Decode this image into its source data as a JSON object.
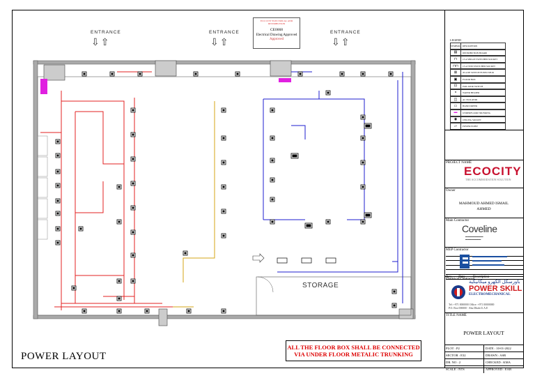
{
  "drawing": {
    "title": "POWER LAYOUT",
    "entrances": [
      "ENTRANCE",
      "ENTRANCE",
      "ENTRANCE"
    ],
    "room_label": "STORAGE",
    "note_line1": "ALL THE FLOOR BOX SHALL BE CONNECTED",
    "note_line2": "VIA UNDER FLOOR METALIC TRUNKING",
    "stamp_top": "ECO CITY ELECTRICAL AND DISTRIBUTION",
    "stamp_code": "CE0068",
    "stamp_line": "Electrical Drawing Approved",
    "stamp_status": "Approved",
    "colors": {
      "red": "#e32020",
      "blue": "#1c1ccf",
      "yellow": "#d6a514",
      "magenta": "#e020e0"
    }
  },
  "legend": {
    "heading": "LEGEND",
    "header_symbol": "SYMBOL",
    "header_desc": "DESCRIPTION",
    "items": [
      {
        "icon": "db-icon",
        "text": "DISTRIBUTION BOARD"
      },
      {
        "icon": "socket-icon",
        "text": "13 A SINGLE SWITCHED SOCKET"
      },
      {
        "icon": "twin-socket-icon",
        "text": "13 A TWIN SWITCHED SOCKET"
      },
      {
        "icon": "fused-spur-icon",
        "text": "20 A DP SWITCH FUSED SPUR"
      },
      {
        "icon": "floor-box-icon",
        "text": "FLOOR BOX"
      },
      {
        "icon": "isolator-icon",
        "text": "ISOLATOR SWITCH"
      },
      {
        "icon": "water-heater-icon",
        "text": "WATER HEATER"
      },
      {
        "icon": "ac-icon",
        "text": "AC ISOLATOR"
      },
      {
        "icon": "hand-dryer-icon",
        "text": "HAND DRYER"
      },
      {
        "icon": "trunking-icon",
        "text": "UNDERFLOOR TRUNKING"
      },
      {
        "icon": "ceiling-icon",
        "text": "CEILING SOCKET"
      },
      {
        "icon": "pendant-icon",
        "text": "POWER POINT"
      }
    ]
  },
  "revision": {
    "rev": "Rev.",
    "date": "Date",
    "description": "Description"
  },
  "project": {
    "label": "PROJECT NAME",
    "logo": "ECOCITY",
    "sub": "THE ACCOMMODATION SOLUTION"
  },
  "owner": {
    "label": "Owner",
    "name_line1": "MAHMOUD AHMED ISMAIL",
    "name_line2": "AHMED"
  },
  "main_contractor": {
    "label": "Main Contractor",
    "logo": "Coveline"
  },
  "mep_contractor": {
    "label": "MEP Contractor"
  },
  "electrical_contractor": {
    "label": "Electrical Contractor",
    "logo": "POWER SKILL",
    "sub": "ELECTROMECHANICAL",
    "tel": "Tel: +971 0000000 Office: +971 00000000",
    "po": "P.O. Box 000000 - Abu Dhabi U.A.E"
  },
  "title_block": {
    "label": "TITLE NAME",
    "title": "POWER LAYOUT"
  },
  "info": {
    "plot": "PLOT : P2",
    "date": "DATE : 10-01-2022",
    "sector": "SECTOR : E32",
    "drawn": "DRAWN : ASR",
    "dr_no": "DR. NO : 2",
    "checked": "CHECKED : KMA",
    "scale": "SCALE : NTS",
    "approved": "APPROVED : EAB"
  }
}
